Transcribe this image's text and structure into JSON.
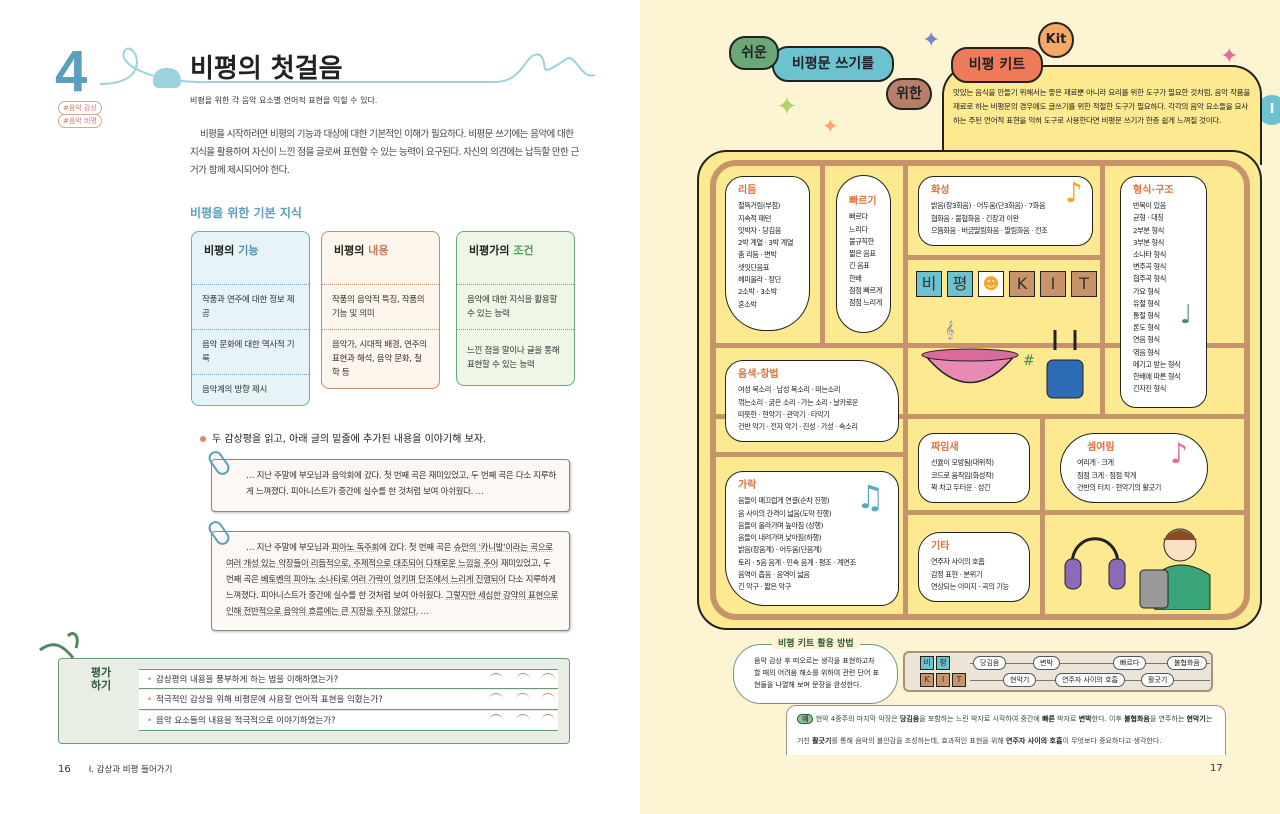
{
  "left": {
    "chapter_number": "4",
    "title": "비평의 첫걸음",
    "goal": "비평을 위한 각 음악 요소별 언어적 표현을 익힐 수 있다.",
    "tags": [
      "#음악 감상",
      "#음악 비평"
    ],
    "intro": "비평을 시작하려면 비평의 기능과 대상에 대한 기본적인 이해가 필요하다. 비평문 쓰기에는 음악에 대한 지식을 활용하여 자신이 느낀 점을 글로써 표현할 수 있는 능력이 요구된다. 자신의 의견에는 납득할 만한 근거가 함께 제시되어야 한다.",
    "subtitle": "비평을 위한 기본 지식",
    "boxes": [
      {
        "title_a": "비평의 ",
        "title_b": "기능",
        "cells": [
          "작품과 연주에 대한 정보 제공",
          "음악 문화에 대한 역사적 기록",
          "음악계의 방향 제시"
        ]
      },
      {
        "title_a": "비평의 ",
        "title_b": "내용",
        "cells": [
          "작품의 음악적 특징, 작품의 기능 및 의미",
          "음악가, 시대적 배경, 연주의 표현과 해석, 음악 문화, 철학 등"
        ]
      },
      {
        "title_a": "비평가의 ",
        "title_b": "조건",
        "cells": [
          "음악에 대한 지식을 활용할 수 있는 능력",
          "느낀 점을 말이나 글을 통해 표현할 수 있는 능력"
        ]
      }
    ],
    "question": "두 감상평을 읽고, 아래 글의 밑줄에 추가된 내용을 이야기해 보자.",
    "quote1": "… 지난 주말에 부모님과 음악회에 갔다. 첫 번째 곡은 재미있었고, 두 번째 곡은 다소 지루하게 느껴졌다. 피아니스트가 중간에 실수를 한 것처럼 보여 아쉬웠다. …",
    "quote2": [
      "… 지난 주말에 부모님과 ",
      "피아노 독주회",
      "에 갔다. 첫 번째 곡은 ",
      "슈만의 '카니발'이라는 곡으로 여러 개성 있는 악장들이 리듬적으로, 주제적으로 대조되어 다채로운 느낌을 주어",
      " 재미있었고, 두 번째 곡은 ",
      "베토벤의 피아노 소나타로 여러 가락이 엉키며 단조에서 느리게 진행되어",
      " 다소 지루하게 느껴졌다. 피아니스트가 중간에 실수를 한 것처럼 보여 아쉬웠다. ",
      "그렇지만 세심한 강약의 표현으로 인해 전반적으로 음악의 흐름에는 큰 지장을 주지 않았다.",
      " …"
    ],
    "eval_title": "평가하기",
    "eval_items": [
      "감상평의 내용을 풍부하게 하는 법을 이해하였는가?",
      "적극적인 감상을 위해 비평문에 사용할 언어적 표현을 익혔는가?",
      "음악 요소들의 내용을 적극적으로 이야기하였는가?"
    ],
    "page_number": "16",
    "footer": "I. 감상과 비평 들어가기"
  },
  "right": {
    "stickers": {
      "easy": "쉬운",
      "writing": "비평문 쓰기를",
      "for": "위한",
      "kit_title": "비평 키트",
      "kit": "Kit"
    },
    "side_tab": "I",
    "description": "맛있는 음식을 만들기 위해서는 좋은 재료뿐 아니라 요리를 위한 도구가 필요한 것처럼, 음악 작품을 재료로 하는 비평문의 경우에도 글쓰기를 위한 적절한 도구가 필요하다. 각각의 음악 요소들을 묘사하는 주된 언어적 표현을 익혀 도구로 사용한다면 비평문 쓰기가 한층 쉽게 느껴질 것이다.",
    "cards": {
      "rhythm": {
        "title": "리듬",
        "items": [
          "절뜩거림(부점)",
          "지속적 패턴",
          "잇박자 · 당김음",
          "2박 계열 · 3박 계열",
          "춤 리듬 · 변박",
          "셋잇단음표",
          "헤미올라 · 장단",
          "2소박 · 3소박",
          "혼소박"
        ]
      },
      "tempo": {
        "title": "빠르기",
        "items": [
          "빠르다",
          "느리다",
          "불규칙한",
          "짧은 음표",
          "긴 음표",
          "한배",
          "점점 빠르게",
          "점점 느리게"
        ]
      },
      "harmony": {
        "title": "화성",
        "items": [
          "밝음(장3화음) · 어두움(단3화음) · 7화음",
          "협화음 · 불협화음 · 긴장과 이완",
          "으뜸화음 · 버금딸림화음 · 딸림화음 · 전조"
        ]
      },
      "form": {
        "title": "형식·구조",
        "items": [
          "반복이 있음",
          "균형 · 대칭",
          "2부분 형식",
          "3부분 형식",
          "소나타 형식",
          "변주곡 형식",
          "협주곡 형식",
          "가요 형식",
          "유절 형식",
          "통절 형식",
          "론도 형식",
          "연음 형식",
          "엮음 형식",
          "메기고 받는 형식",
          "한배에 따른 형식",
          "긴자진 형식"
        ]
      },
      "timbre": {
        "title": "음색·창법",
        "items": [
          "여성 목소리 · 남성 목소리 · 떠는소리",
          "꺾는소리 · 굵은 소리 · 가는 소리 · 날카로운",
          "따뜻한 · 현악기 · 관악기 · 타악기",
          "건반 악기 · 전자 악기 · 진성 · 가성 · 속소리"
        ]
      },
      "texture": {
        "title": "짜임새",
        "items": [
          "선율이 모방됨(대위적)",
          "코드로 움직임(화성적)",
          "꽉 차고 두터운 · 성긴"
        ]
      },
      "dynamics": {
        "title": "셈여림",
        "items": [
          "여리게 · 크게",
          "점점 크게 · 점점 작게",
          "건반의 터치 · 현악기의 활긋기"
        ]
      },
      "melody": {
        "title": "가락",
        "items": [
          "음들이 매끄럽게 연결(순차 진행)",
          "음 사이의 간격이 넓음(도약 진행)",
          "음들이 올라가며 높아짐 (상행)",
          "음들이 내려가며 낮아짐(하행)",
          "밝음(장음계) · 어두움(단음계)",
          "토리 · 5음 음계 · 민속 음계 · 평조 · 계면조",
          "음역이 좁음 · 음역이 넓음",
          "긴 악구 · 짧은 악구"
        ]
      },
      "etc": {
        "title": "기타",
        "items": [
          "연주자 사이의 호흡",
          "감정 표현 · 분위기",
          "연상되는 이미지 · 곡의 기능"
        ]
      }
    },
    "kit_letters": [
      "비",
      "평",
      "K",
      "I",
      "T"
    ],
    "howto_title": "비평 키트 활용 방법",
    "howto_text": "음악 감상 후 떠오르는 생각을 표현하고자 할 때의 어려움 해소를 위하여 관련 단어 표현들을 나열해 보며 문장을 완성한다.",
    "kit_words_top": [
      "당김음",
      "변박",
      "빠르다",
      "불협화음"
    ],
    "kit_words_bottom": [
      "현악기",
      "연주자 사이의 호흡",
      "활긋기"
    ],
    "example_label": "예",
    "example": [
      "현악 4중주의 마지막 악장은 ",
      "당김음",
      "을 포함하는 느린 박자로 시작하여 중간에 ",
      "빠른",
      " 박자로 ",
      "변박",
      "한다. 이후 ",
      "불협화음",
      "을 연주하는 ",
      "현악기",
      "는 거친 ",
      "활긋기",
      "를 통해 음악의 불안감을 조성하는데, 효과적인 표현을 위해 ",
      "연주자 사이의 호흡",
      "이 무엇보다 중요하다고 생각한다."
    ],
    "page_number": "17",
    "colors": {
      "cream": "#fdf4d3",
      "board": "#fde98f",
      "frame": "#c8926a",
      "orange": "#d9743a",
      "teal": "#6cc3cf",
      "green": "#6aa878",
      "red": "#ef7a5a"
    }
  }
}
